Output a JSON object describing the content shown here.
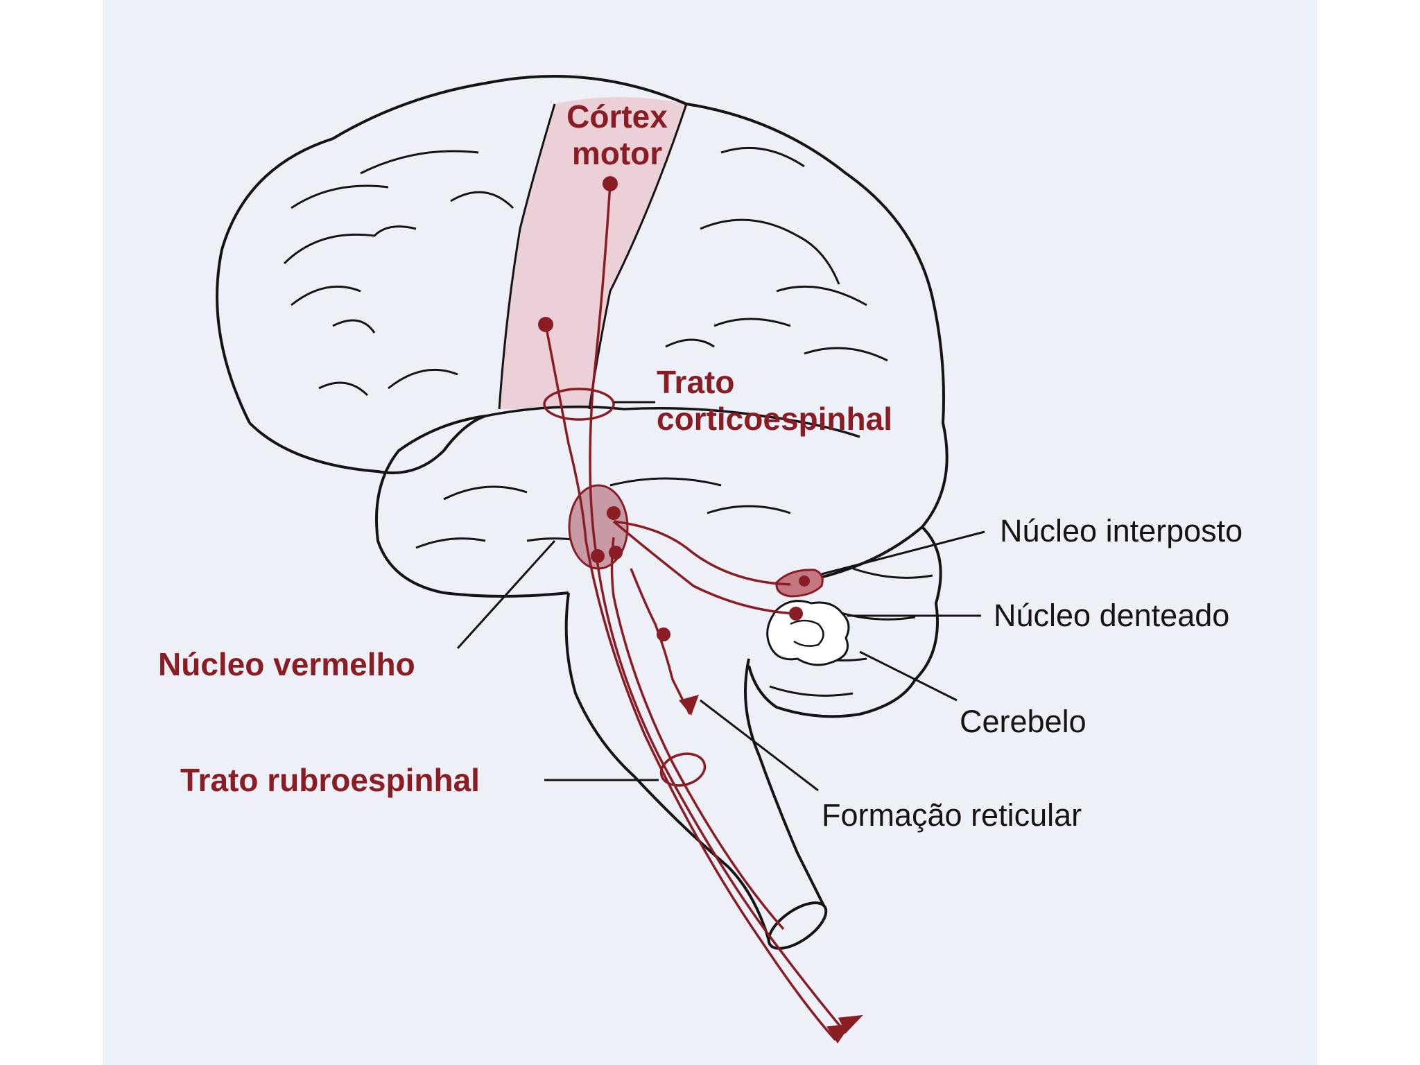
{
  "labels": {
    "motor_cortex": "Córtex\nmotor",
    "corticospinal_tract": "Trato\ncorticoespinhal",
    "interposed_nucleus": "Núcleo interposto",
    "dentate_nucleus": "Núcleo denteado",
    "red_nucleus": "Núcleo vermelho",
    "cerebellum": "Cerebelo",
    "rubrospinal_tract": "Trato rubroespinhal",
    "reticular_formation": "Formação reticular"
  },
  "colors": {
    "pathway": "#8a1c24",
    "cortex_fill": "#ecd0d8",
    "outline": "#141414",
    "background": "#eef0f7"
  }
}
